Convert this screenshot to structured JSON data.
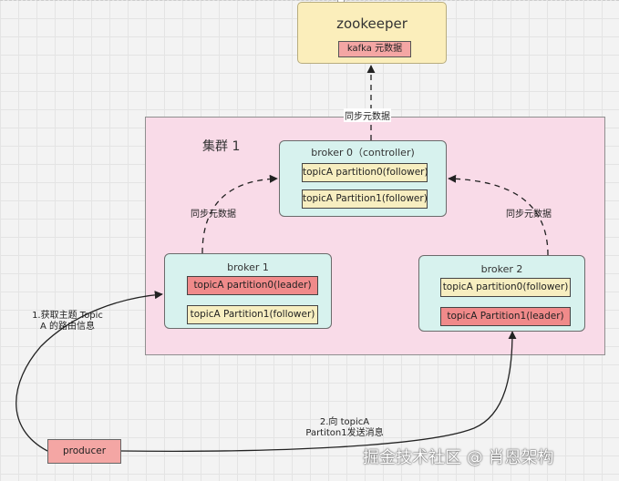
{
  "zookeeper": {
    "title": "zookeeper",
    "badge": "kafka 元数据"
  },
  "cluster": {
    "label": "集群 1"
  },
  "brokers": [
    {
      "title": "broker 0（controller)",
      "partitions": [
        "topicA partition0(follower)",
        "topicA Partition1(follower)"
      ]
    },
    {
      "title": "broker 1",
      "partitions": [
        "topicA partition0(leader)",
        "topicA Partition1(follower)"
      ]
    },
    {
      "title": "broker 2",
      "partitions": [
        "topicA partition0(follower)",
        "topicA Partition1(leader)"
      ]
    }
  ],
  "producer": "producer",
  "edge_labels": {
    "sync_top": "同步元数据",
    "sync_left": "同步元数据",
    "sync_right": "同步元数据",
    "step1_line1": "1.获取主题 Topic",
    "step1_line2": "A 的路由信息",
    "step2_line1": "2.向 topicA",
    "step2_line2": "Partiton1发送消息"
  },
  "watermark": "掘金技术社区 @ 肖恩架构",
  "colors": {
    "zookeeper_fill": "#fbeebb",
    "cluster_fill": "#f9dbe8",
    "broker_fill": "#d7f2ee",
    "follower_fill": "#f7eec0",
    "leader_fill": "#f08a8a",
    "producer_fill": "#f4a6a4"
  }
}
